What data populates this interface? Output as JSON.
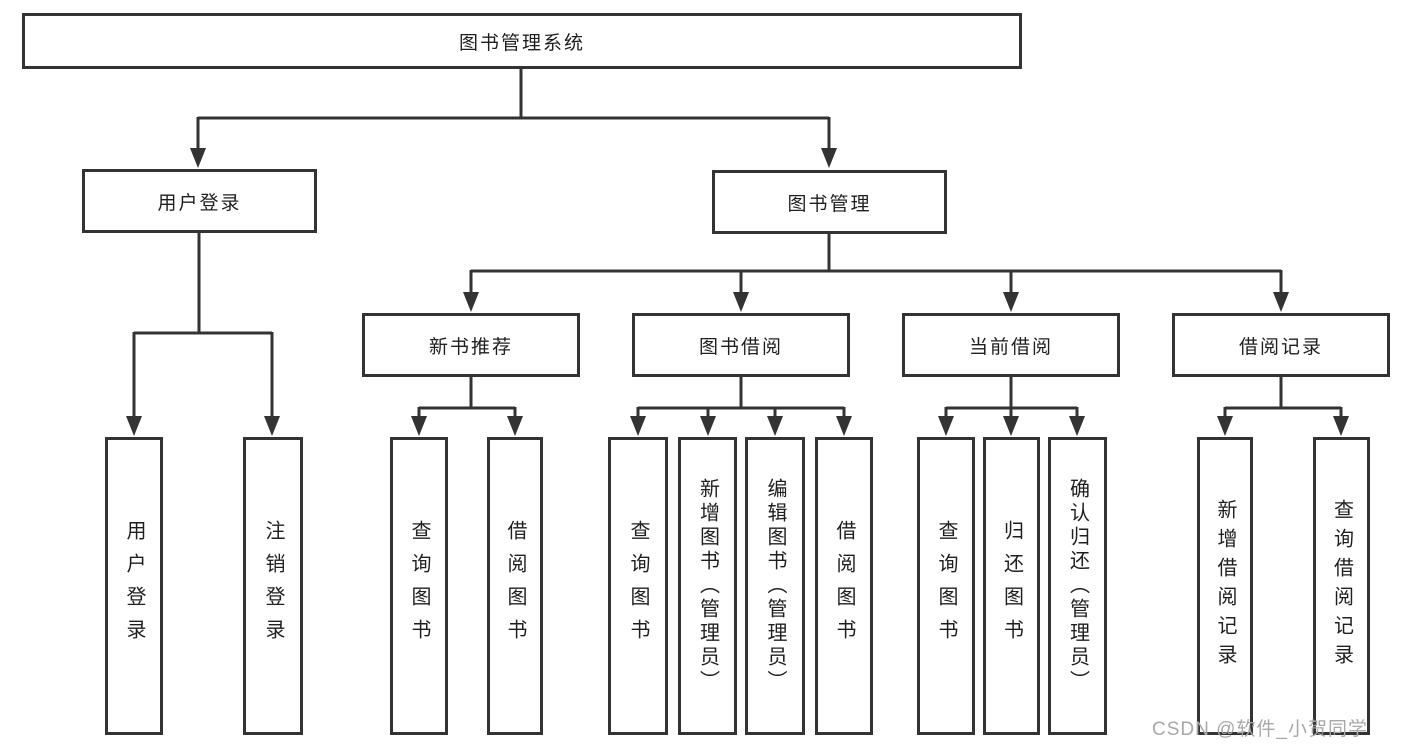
{
  "tree": {
    "root": "图书管理系统",
    "children": [
      {
        "label": "用户登录",
        "children": [
          "用户登录",
          "注销登录"
        ]
      },
      {
        "label": "图书管理",
        "children": [
          {
            "label": "新书推荐",
            "children": [
              "查询图书",
              "借阅图书"
            ]
          },
          {
            "label": "图书借阅",
            "children": [
              "查询图书",
              "新增图书（管理员）",
              "编辑图书（管理员）",
              "借阅图书"
            ]
          },
          {
            "label": "当前借阅",
            "children": [
              "查询图书",
              "归还图书",
              "确认归还（管理员）"
            ]
          },
          {
            "label": "借阅记录",
            "children": [
              "新增借阅记录",
              "查询借阅记录"
            ]
          }
        ]
      }
    ]
  },
  "watermark": "CSDN @软件_小贺同学",
  "colors": {
    "line": "#333333",
    "text": "#1f1f1f",
    "background": "#ffffff",
    "watermark": "#a8a8a8"
  }
}
